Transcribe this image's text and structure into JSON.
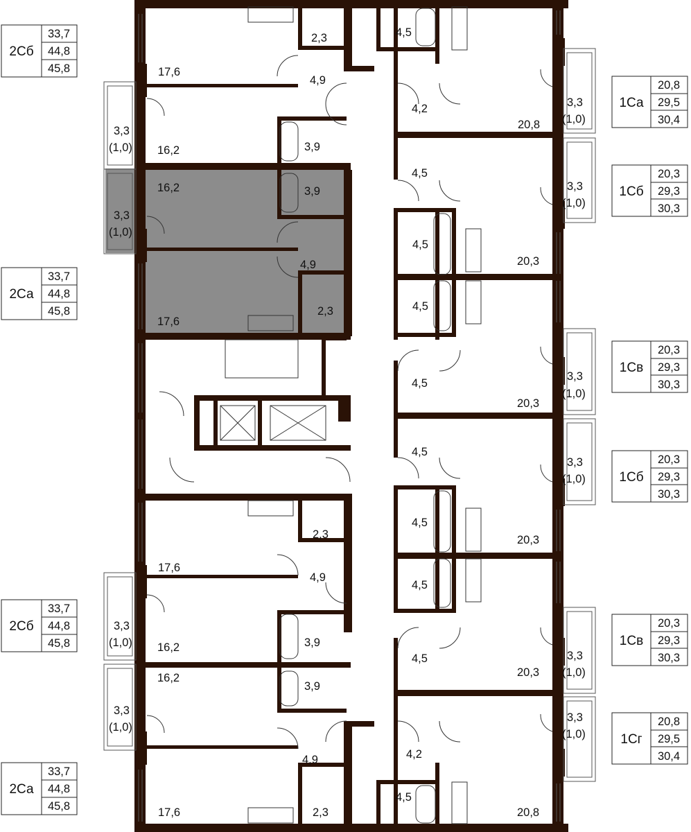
{
  "legend_boxes": [
    {
      "name": "2Сб",
      "values": [
        "33,7",
        "44,8",
        "45,8"
      ]
    },
    {
      "name": "2Са",
      "values": [
        "33,7",
        "44,8",
        "45,8"
      ]
    },
    {
      "name": "2Сб",
      "values": [
        "33,7",
        "44,8",
        "45,8"
      ]
    },
    {
      "name": "2Са",
      "values": [
        "33,7",
        "44,8",
        "45,8"
      ]
    },
    {
      "name": "1Са",
      "values": [
        "20,8",
        "29,5",
        "30,4"
      ]
    },
    {
      "name": "1Сб",
      "values": [
        "20,3",
        "29,3",
        "30,3"
      ]
    },
    {
      "name": "1Св",
      "values": [
        "20,3",
        "29,3",
        "30,3"
      ]
    },
    {
      "name": "1Сб",
      "values": [
        "20,3",
        "29,3",
        "30,3"
      ]
    },
    {
      "name": "1Св",
      "values": [
        "20,3",
        "29,3",
        "30,3"
      ]
    },
    {
      "name": "1Сг",
      "values": [
        "20,8",
        "29,5",
        "30,4"
      ]
    }
  ],
  "room_labels": [
    "2,3",
    "4,5",
    "17,6",
    "4,9",
    "4,2",
    "20,8",
    "3,3",
    "(1,0)",
    "3,3",
    "(1,0)",
    "16,2",
    "3,9",
    "16,2",
    "3,9",
    "4,5",
    "3,3",
    "(1,0)",
    "3,3",
    "(1,0)",
    "4,5",
    "20,3",
    "4,9",
    "4,5",
    "2,3",
    "17,6",
    "4,5",
    "3,3",
    "(1,0)",
    "20,3",
    "4,5",
    "3,3",
    "(1,0)",
    "2,3",
    "4,5",
    "20,3",
    "17,6",
    "4,9",
    "4,5",
    "3,3",
    "(1,0)",
    "16,2",
    "3,9",
    "4,5",
    "20,3",
    "3,3",
    "(1,0)",
    "16,2",
    "3,9",
    "3,3",
    "(1,0)",
    "3,3",
    "(1,0)",
    "4,9",
    "4,2",
    "4,5",
    "2,3",
    "17,6",
    "20,8"
  ],
  "highlight_color": "#8c8c8c",
  "wall_color": "#2a1206"
}
